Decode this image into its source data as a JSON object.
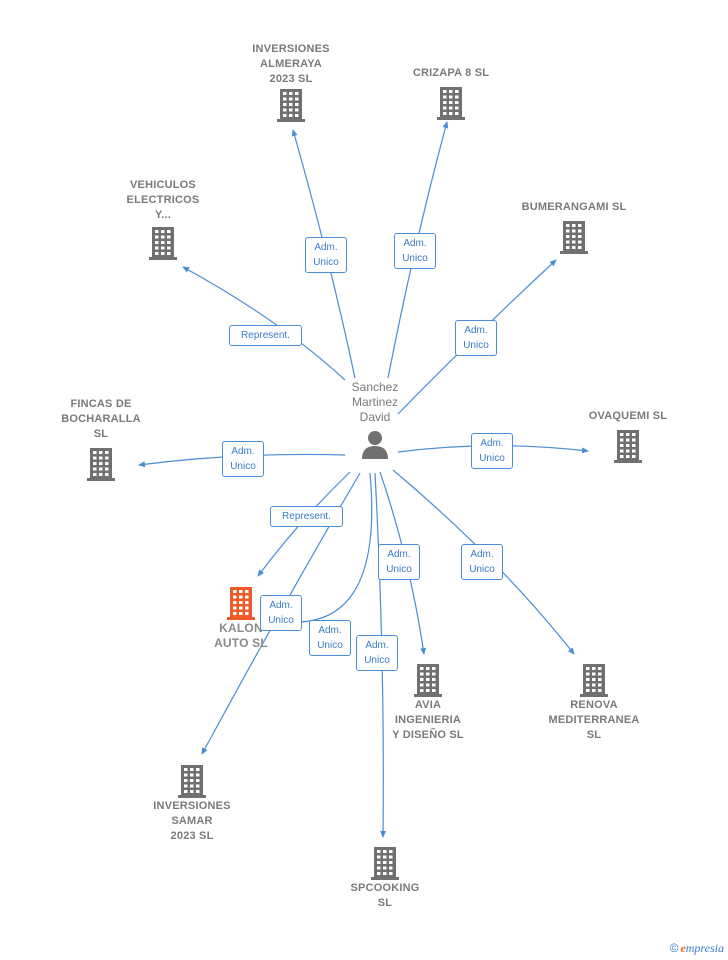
{
  "center": {
    "label": "Sanchez\nMartinez\nDavid",
    "icon": "person-icon"
  },
  "colors": {
    "edge": "#4a8cd6",
    "building": "#707070",
    "highlight": "#f05a28",
    "label": "#7a7a7a"
  },
  "companies": [
    {
      "id": "inversiones-almeraya",
      "label": "INVERSIONES\nALMERAYA\n2023  SL"
    },
    {
      "id": "crizapa",
      "label": "CRIZAPA 8 SL"
    },
    {
      "id": "vehiculos",
      "label": "VEHICULOS\nELECTRICOS\nY..."
    },
    {
      "id": "bumerangami",
      "label": "BUMERANGAMI SL"
    },
    {
      "id": "fincas",
      "label": "FINCAS DE\nBOCHARALLA\nSL"
    },
    {
      "id": "ovaquemi",
      "label": "OVAQUEMI  SL"
    },
    {
      "id": "kalon",
      "label": "KALON\nAUTO  SL",
      "highlight": true
    },
    {
      "id": "avia",
      "label": "AVIA\nINGENIERIA\nY DISEÑO SL"
    },
    {
      "id": "renova",
      "label": "RENOVA\nMEDITERRANEA\nSL"
    },
    {
      "id": "inversiones-samar",
      "label": "INVERSIONES\nSAMAR\n2023  SL"
    },
    {
      "id": "spcooking",
      "label": "SPCOOKING\nSL"
    }
  ],
  "roles": [
    {
      "target": "inversiones-almeraya",
      "label": "Adm.\nUnico"
    },
    {
      "target": "crizapa",
      "label": "Adm.\nUnico"
    },
    {
      "target": "vehiculos",
      "label": "Represent."
    },
    {
      "target": "bumerangami",
      "label": "Adm.\nUnico"
    },
    {
      "target": "fincas",
      "label": "Adm.\nUnico"
    },
    {
      "target": "ovaquemi",
      "label": "Adm.\nUnico"
    },
    {
      "target": "kalon",
      "label": "Represent."
    },
    {
      "target": "avia",
      "label": "Adm.\nUnico"
    },
    {
      "target": "renova",
      "label": "Adm.\nUnico"
    },
    {
      "target": "inversiones-samar",
      "label": "Adm.\nUnico"
    },
    {
      "target": "kalon",
      "label": "Adm.\nUnico"
    },
    {
      "target": "spcooking",
      "label": "Adm.\nUnico"
    }
  ],
  "brand": {
    "copyright": "©",
    "first_letter": "e",
    "rest": "mpresia"
  }
}
